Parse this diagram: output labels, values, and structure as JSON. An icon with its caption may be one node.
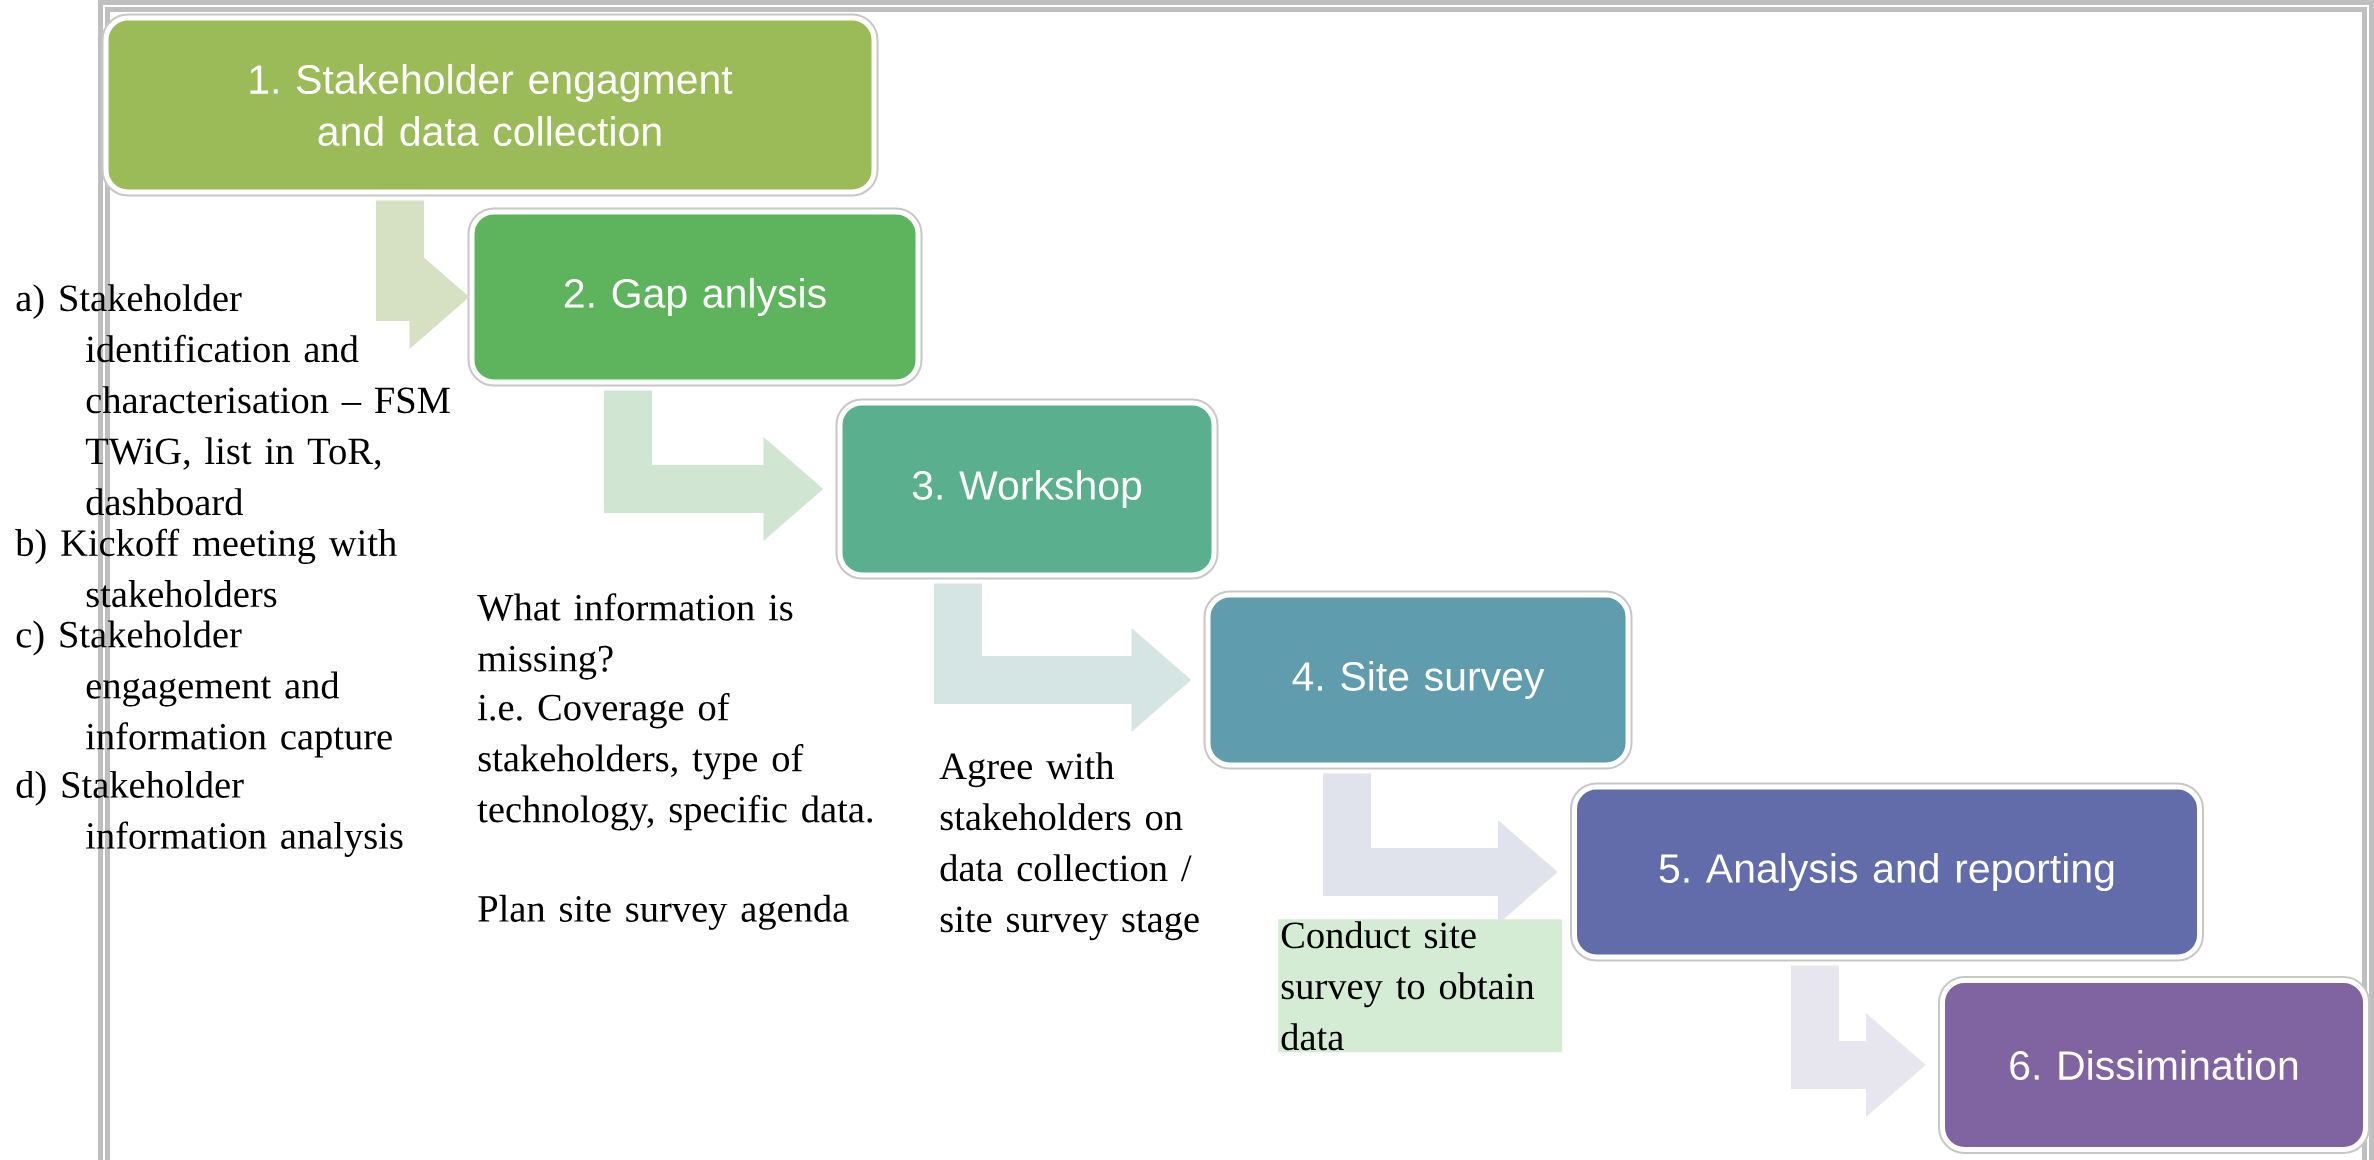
{
  "diagram": {
    "nodes": [
      {
        "text": [
          "1. Stakeholder engagment and data collection"
        ],
        "beside": [
          "a) Stakeholder identification and characterisation – FSM TWiG, list in ToR, dashboard",
          "b) Kickoff meeting with stakeholders",
          "c) Stakeholder engagement and information capture",
          "d) Stakeholder information analysis"
        ]
      },
      {
        "text": [
          "2. Gap anlysis"
        ],
        "beside": [
          "What information is missing?",
          "i.e. Coverage of stakeholders, type of technology, specific data.",
          "Plan site survey agenda"
        ]
      },
      {
        "text": [
          "3. Workshop"
        ]
      },
      {
        "text": [
          "4. Site survey"
        ]
      },
      {
        "text": [
          "5. Analysis and reporting"
        ]
      },
      {
        "text": [
          "6. Dissimination"
        ]
      }
    ],
    "edges": [
      {
        "from": 0,
        "to": 1,
        "arrow": "to",
        "color": "#d6e1c4"
      },
      {
        "from": 1,
        "to": 2,
        "arrow": "to",
        "color": "#d0e5d2"
      },
      {
        "from": 2,
        "to": 3,
        "arrow": "to",
        "color": "#d5e5e4"
      },
      {
        "from": 3,
        "to": 4,
        "arrow": "to",
        "color": "#e0e3ec"
      },
      {
        "from": 4,
        "to": 5,
        "arrow": "to",
        "color": "#e7e6ee"
      }
    ],
    "labels": [
      "Agree with stakeholders on data collection / site survey stage",
      "Conduct site survey to obtain data"
    ]
  }
}
